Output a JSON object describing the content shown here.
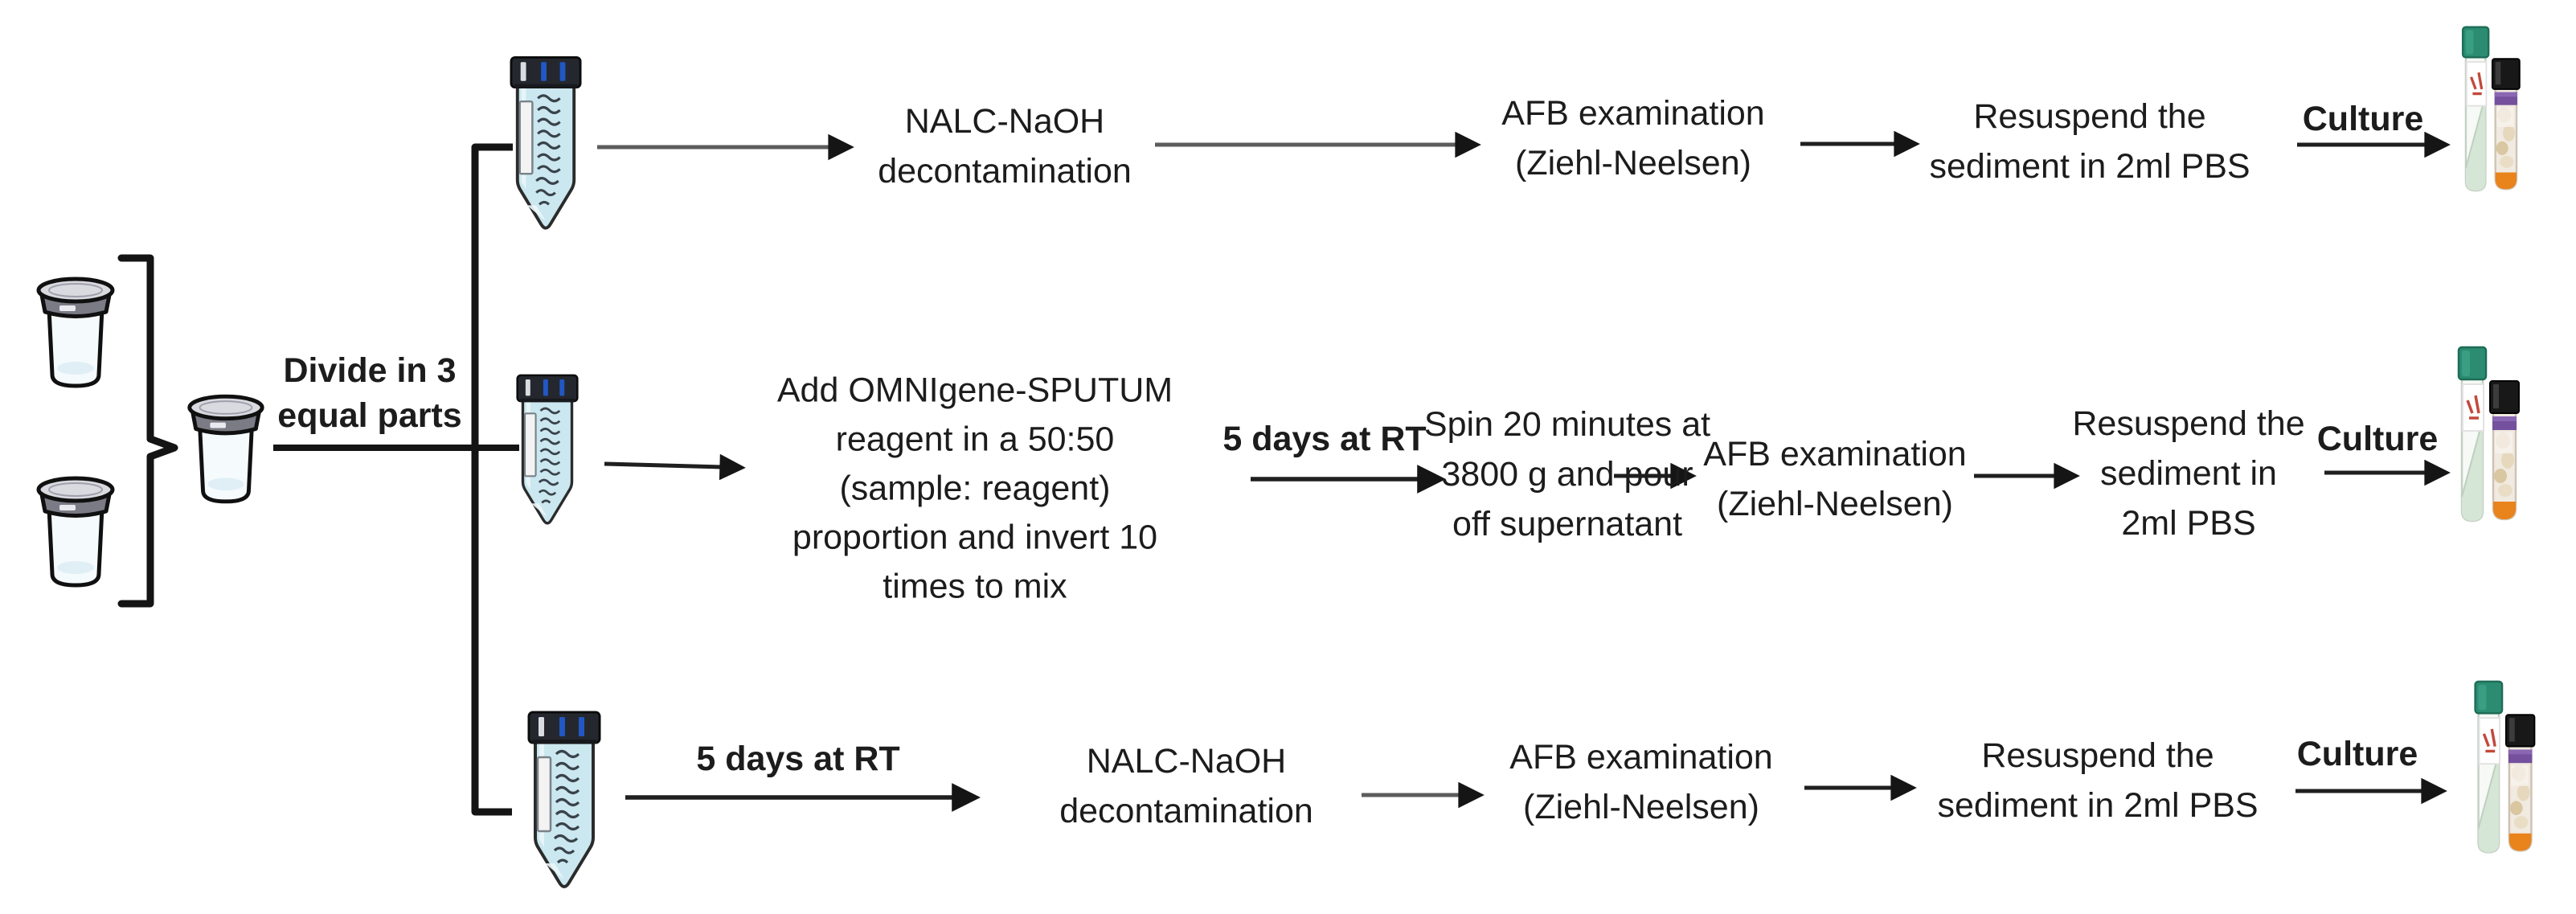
{
  "divide_label": {
    "line1": "Divide in 3",
    "line2": "equal parts"
  },
  "rows": [
    {
      "name": "direct NALC-NaOH arm",
      "steps": {
        "nalc": {
          "line1": "NALC-NaOH",
          "line2": "decontamination"
        },
        "afb": {
          "line1": "AFB examination",
          "line2": "(Ziehl-Neelsen)"
        },
        "resuspend": {
          "line1": "Resuspend the",
          "line2": "sediment in 2ml PBS"
        },
        "culture": "Culture"
      }
    },
    {
      "name": "OMNIgene-SPUTUM arm",
      "steps": {
        "omnigene": {
          "line1": "Add OMNIgene-SPUTUM",
          "line2": "reagent in a 50:50",
          "line3": "(sample: reagent)",
          "line4": "proportion and invert 10",
          "line5": "times to mix"
        },
        "incubate": "5 days at RT",
        "spin": {
          "line1": "Spin 20 minutes at",
          "line2": "3800 g and pour",
          "line3": "off supernatant"
        },
        "afb": {
          "line1": "AFB examination",
          "line2": "(Ziehl-Neelsen)"
        },
        "resuspend": {
          "line1": "Resuspend the",
          "line2": "sediment in",
          "line3": "2ml PBS"
        },
        "culture": "Culture"
      }
    },
    {
      "name": "delayed NALC-NaOH arm",
      "steps": {
        "incubate": "5 days at RT",
        "nalc": {
          "line1": "NALC-NaOH",
          "line2": "decontamination"
        },
        "afb": {
          "line1": "AFB examination",
          "line2": "(Ziehl-Neelsen)"
        },
        "resuspend": {
          "line1": "Resuspend the",
          "line2": "sediment in 2ml PBS"
        },
        "culture": "Culture"
      }
    }
  ],
  "icons": {
    "specimen_cup": "specimen-cup-icon",
    "conical_tube": "conical-tube-icon",
    "culture_tube_pair": "culture-tubes-icon"
  },
  "colors": {
    "tube_fill": "#cbe7ef",
    "lj_cap_green": "#2b8c71",
    "mgit_band_purple": "#74509d",
    "mgit_tip_orange": "#e9831c",
    "line": "#141414"
  }
}
